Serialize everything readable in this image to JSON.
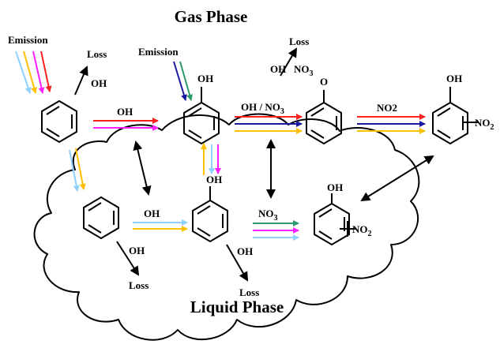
{
  "titles": {
    "gas_phase": "Gas Phase",
    "liquid_phase": "Liquid Phase"
  },
  "labels": {
    "emission_left": "Emission",
    "emission_mid": "Emission",
    "loss_benzene_gas": "Loss",
    "oh_benzene_gas": "OH",
    "loss_phenol_gas": "Loss",
    "oh_phenol_gas": "OH",
    "no3_phenol_gas": "NO",
    "no3_phenol_gas_sub": "3",
    "oh_arrow_gas": "OH",
    "ohno3_arrow_gas": "OH / NO",
    "ohno3_arrow_gas_sub": "3",
    "no2_arrow_gas": "NO2",
    "oh_on_phenol_gas": "OH",
    "oh_on_nitrophenol_gas": "OH",
    "no2_on_nitrophenol_gas": "NO",
    "no2_on_nitrophenol_gas_sub": "2",
    "oh_on_phenol_liq": "OH",
    "oh_arrow_liq": "OH",
    "no3_arrow_liq": "NO",
    "no3_arrow_liq_sub": "3",
    "oh_on_nitrophenol_liq": "OH",
    "no2_on_nitrophenol_liq": "NO",
    "no2_on_nitrophenol_liq_sub": "2",
    "oh_benzene_liq": "OH",
    "loss_benzene_liq": "Loss",
    "oh_phenol_liq": "OH",
    "loss_phenol_liq": "Loss",
    "phenoxy_o": "O"
  },
  "colors": {
    "red": "#ff2020",
    "magenta": "#ff20ff",
    "blue": "#1a1aa0",
    "orange": "#ffc000",
    "lightblue": "#8fd0ff",
    "green": "#2a9a6a",
    "black": "#000000"
  }
}
